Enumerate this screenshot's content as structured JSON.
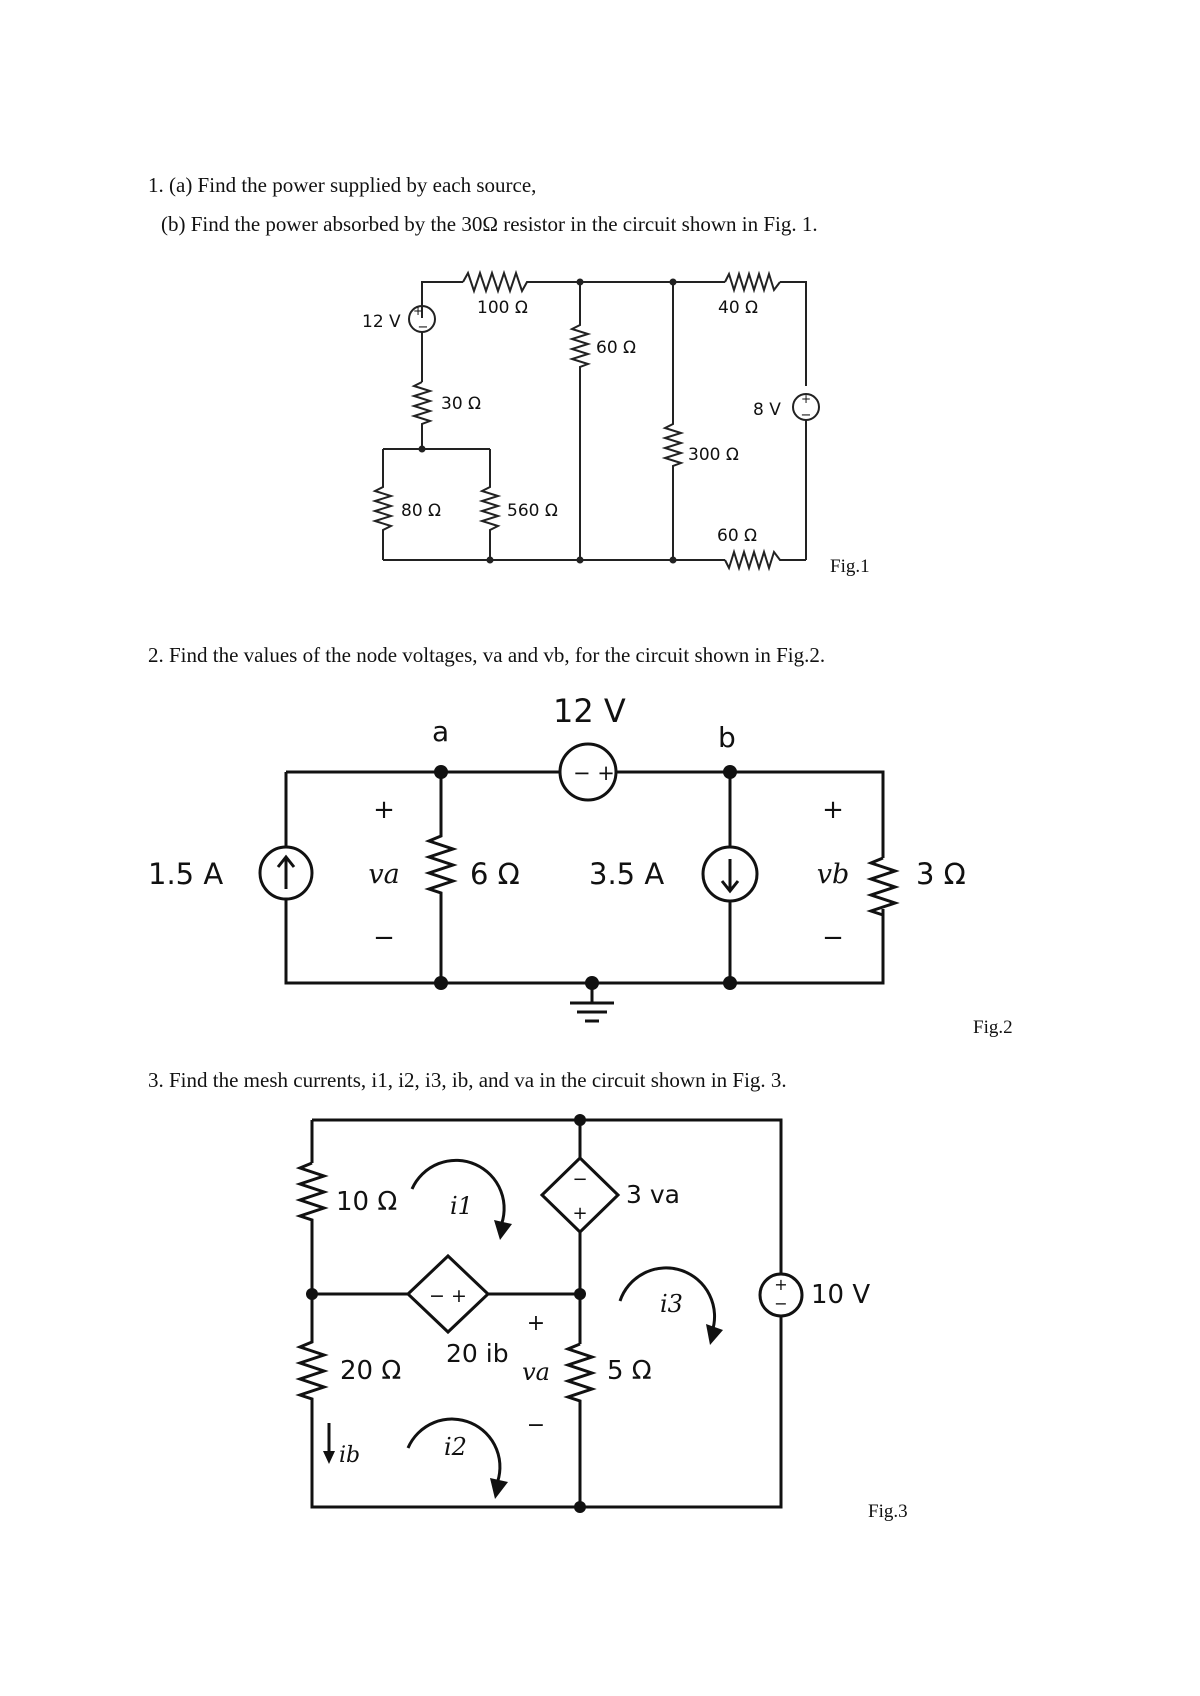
{
  "q1": {
    "a": "1. (a) Find the power supplied by each source,",
    "b": "(b) Find the power absorbed by the 30Ω  resistor in the circuit shown in Fig. 1."
  },
  "q2": {
    "text": "2. Find the values of the node voltages, va and vb, for the circuit shown in Fig.2."
  },
  "q3": {
    "text": "3. Find the mesh currents, i1, i2, i3, ib, and va in the circuit shown in Fig. 3."
  },
  "fig1": {
    "caption": "Fig.1",
    "v12": "12 V",
    "r100": "100 Ω",
    "r40": "40 Ω",
    "r60a": "60 Ω",
    "r30": "30 Ω",
    "v8": "8 V",
    "r300": "300 Ω",
    "r80": "80 Ω",
    "r560": "560 Ω",
    "r60b": "60 Ω"
  },
  "fig2": {
    "caption": "Fig.2",
    "node_a": "a",
    "node_b": "b",
    "v12": "12 V",
    "i15": "1.5 A",
    "i35": "3.5 A",
    "r6": "6 Ω",
    "r3": "3 Ω",
    "va": "va",
    "vb": "vb",
    "plus": "+",
    "minus": "−"
  },
  "fig3": {
    "caption": "Fig.3",
    "r10": "10 Ω",
    "r20": "20 Ω",
    "r5": "5 Ω",
    "v10": "10 V",
    "dep1": "3 va",
    "dep2": "20 ib",
    "i1": "i1",
    "i2": "i2",
    "i3": "i3",
    "ib": "ib",
    "va": "va"
  }
}
